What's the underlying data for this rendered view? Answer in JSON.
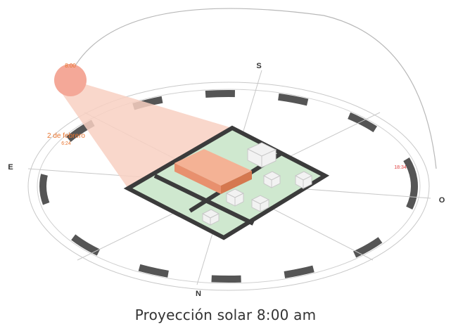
{
  "diagram": {
    "caption": "Proyección solar 8:00 am",
    "compass": {
      "north": "N",
      "south": "S",
      "east": "E",
      "west": "O"
    },
    "sun": {
      "time_label": "8:00"
    },
    "date_annotation": {
      "date": "2 de febrero",
      "time": "6:24"
    },
    "sunset_label": "18:34",
    "colors": {
      "sun": "#f4a898",
      "beam": "#f8d0c2",
      "highlight_building": "#e8906e",
      "ground": "#cfe8cf",
      "road": "#3b3b3b",
      "ring_dark": "#555555",
      "accent_text": "#e8742e",
      "sunset_text": "#e04040"
    }
  }
}
